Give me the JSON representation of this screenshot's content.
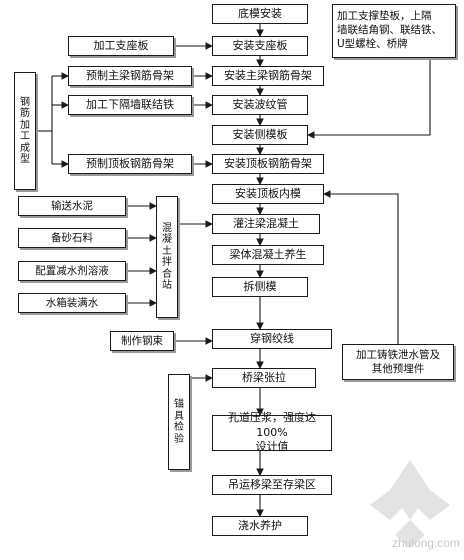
{
  "boxes": {
    "b1": "底模安装",
    "b2": "安装支座板",
    "b3": "安装主梁钢筋骨架",
    "b4": "安装波纹管",
    "b5": "安装侧模板",
    "b6": "安装顶板钢筋骨架",
    "b7": "安装顶板内模",
    "b8": "灌注梁混凝土",
    "b9": "梁体混凝土养生",
    "b10": "拆侧模",
    "b11": "穿钢绞线",
    "b12": "桥梁张拉",
    "b13": "孔道压浆，强度达 100%\n设计值",
    "b14": "吊运移梁至存梁区",
    "b15": "浇水养护",
    "l1": "加工支座板",
    "l2": "预制主梁钢筋骨架",
    "l3": "加工下隔墙联结铁",
    "l4": "预制顶板钢筋骨架",
    "steel": "钢\n筋\n加\n工\n成\n型",
    "m1": "输送水泥",
    "m2": "备砂石料",
    "m3": "配置减水剂溶液",
    "m4": "水箱装满水",
    "mixer": "混\n凝\n土\n拌\n合\n站",
    "strand": "制作钢束",
    "anchor": "锚\n具\n检\n验",
    "r1": "加工支撑垫板，上隔\n墙联结角钢、联结铁、\nU型螺栓、桥牌",
    "r2": "加工铸铁泄水管及\n其他预埋件"
  },
  "watermark": "zhulong.com",
  "colors": {
    "line": "#1a1a1a",
    "border": "#1a1a1a",
    "shadow": "#9a9a9a"
  }
}
